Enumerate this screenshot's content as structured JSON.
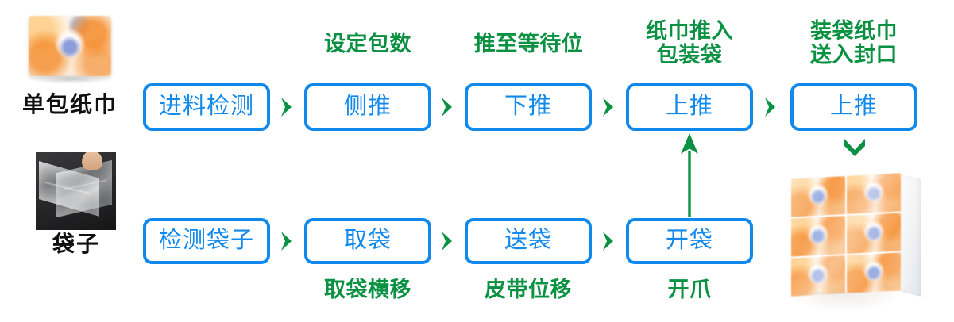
{
  "colors": {
    "node_blue": "#1189ec",
    "annotation_green": "#0a9142",
    "item_label_black": "#101010",
    "background": "#ffffff"
  },
  "inputs": [
    {
      "label": "单包纸巾",
      "image": "single-tissue-pack-photo"
    },
    {
      "label": "袋子",
      "image": "plastic-bag-photo"
    }
  ],
  "top_row": {
    "nodes": [
      {
        "label": "进料检测",
        "caption": ""
      },
      {
        "label": "侧推",
        "caption": "设定包数"
      },
      {
        "label": "下推",
        "caption": "推至等待位"
      },
      {
        "label": "上推",
        "caption": "纸巾推入\n包装袋"
      },
      {
        "label": "上推",
        "caption": "装袋纸巾\n送入封口"
      }
    ],
    "separators": [
      "chevron-right-icon",
      "chevron-right-icon",
      "chevron-right-icon",
      "chevron-right-icon"
    ]
  },
  "bottom_row": {
    "nodes": [
      {
        "label": "检测袋子",
        "caption": ""
      },
      {
        "label": "取袋",
        "caption": "取袋横移"
      },
      {
        "label": "送袋",
        "caption": "皮带位移"
      },
      {
        "label": "开袋",
        "caption": "开爪"
      }
    ],
    "separators": [
      "chevron-right-icon",
      "chevron-right-icon",
      "chevron-right-icon"
    ]
  },
  "connectors": {
    "merge_arrow": "arrow-up-icon",
    "output_arrow": "chevron-down-icon"
  },
  "output": {
    "image": "bundled-tissue-packs-photo",
    "pack_count": 6
  }
}
